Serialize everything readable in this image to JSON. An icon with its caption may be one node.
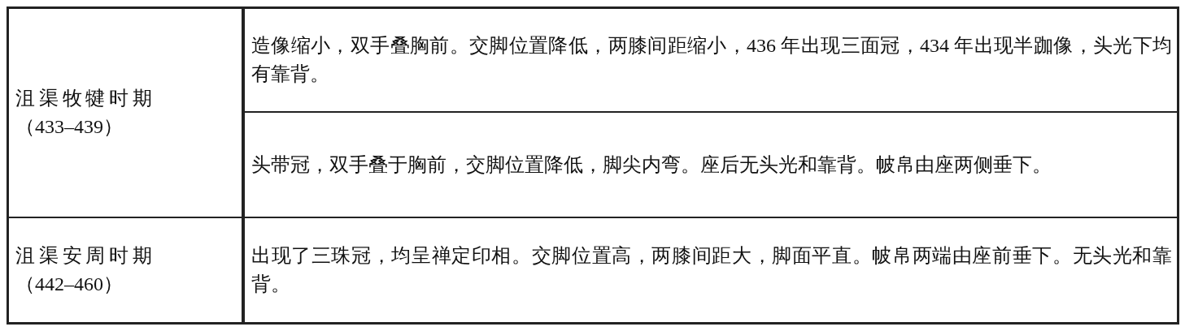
{
  "diagram": {
    "labels": [
      "沮渠牧犍时期（433–439）",
      "造像缩小，双手叠胸前。交脚位置降低，两膝间距缩小，436 年出现三面冠，434 年出现半跏像，头光下均有靠背。",
      "头带冠，双手叠于胸前，交脚位置降低，脚尖内弯。座后无头光和靠背。帔帛由座两侧垂下。",
      "沮渠安周时期（442–460）",
      "出现了三珠冠，均呈禅定印相。交脚位置高，两膝间距大，脚面平直。帔帛两端由座前垂下。无头光和靠背。"
    ]
  }
}
